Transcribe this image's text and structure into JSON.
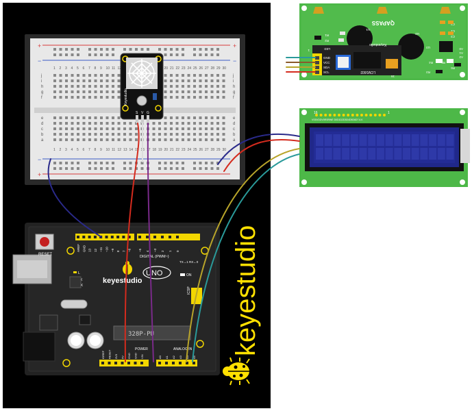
{
  "breadboard": {
    "row_letters_top": [
      "j",
      "i",
      "h",
      "g",
      "f"
    ],
    "row_letters_bottom": [
      "e",
      "d",
      "c",
      "b",
      "a"
    ],
    "col_numbers": [
      "1",
      "2",
      "3",
      "4",
      "5",
      "6",
      "7",
      "8",
      "9",
      "10",
      "11",
      "12",
      "13",
      "14",
      "15",
      "16",
      "17",
      "18",
      "19",
      "20",
      "21",
      "22",
      "23",
      "24",
      "25",
      "26",
      "27",
      "28",
      "29",
      "30"
    ],
    "rail_plus": "+",
    "rail_minus": "−"
  },
  "sensor": {
    "brand": "Keyestudio",
    "pin_labels": [
      "S",
      "V",
      "G"
    ]
  },
  "arduino": {
    "reset_label": "RESET",
    "board_name": "UNO",
    "brand": "keyestudio",
    "chip_label": "328P-PU",
    "digital_label": "DIGITAL (PWM~)",
    "power_label": "POWER",
    "analog_label": "ANALOG IN",
    "icsp_label": "ICSP",
    "on_label": "ON",
    "led_labels": [
      "L",
      "TX",
      "RX"
    ],
    "tx_rx_label": "TX→1 RX←0",
    "digital_pins": [
      "AREF",
      "GND",
      "13",
      "12",
      "~11",
      "~10",
      "~9",
      "8",
      "7",
      "~6",
      "~5",
      "4",
      "~3",
      "2",
      "1",
      "0"
    ],
    "power_pins": [
      "IOREF",
      "RESET",
      "3V3",
      "5V",
      "GND",
      "GND",
      "VIN"
    ],
    "analog_pins": [
      "A0",
      "A1",
      "A2",
      "A3",
      "A4",
      "A5"
    ]
  },
  "lcd_backpack": {
    "brand": "Keyestudio",
    "pin_labels": [
      "GND",
      "VCC",
      "SDA",
      "SCL"
    ],
    "chip_label": "LCM1602",
    "labels": [
      "U1",
      "U2",
      "U3",
      "C1",
      "C2",
      "C3",
      "R1",
      "R2",
      "R3",
      "R4",
      "R5",
      "R6",
      "LED",
      "16",
      "1",
      "A0",
      "A1",
      "A2"
    ],
    "mirror_text": "QAPASS"
  },
  "lcd_front": {
    "pin_numbers": [
      "16",
      "1"
    ],
    "pin_labels_text": "VSSVDDV0RSRWE D0D1D2D3D4D5D6D7 A K",
    "columns": 16,
    "rows": 2
  },
  "watermark": {
    "text": "keyestudio"
  },
  "colors": {
    "background_panel": "#000000",
    "breadboard": "#e6e6e6",
    "arduino": "#232323",
    "header": "#f2d600",
    "lcd_pcb": "#4db848",
    "lcd_screen": "#232a8c",
    "wire_blue": "#2a2a8a",
    "wire_red": "#d42b1e",
    "wire_purple": "#7a2a8a",
    "wire_olive": "#b8a42a",
    "wire_teal": "#2a9a9a",
    "wire_brown": "#8a5a2a",
    "watermark": "#ffe000"
  }
}
